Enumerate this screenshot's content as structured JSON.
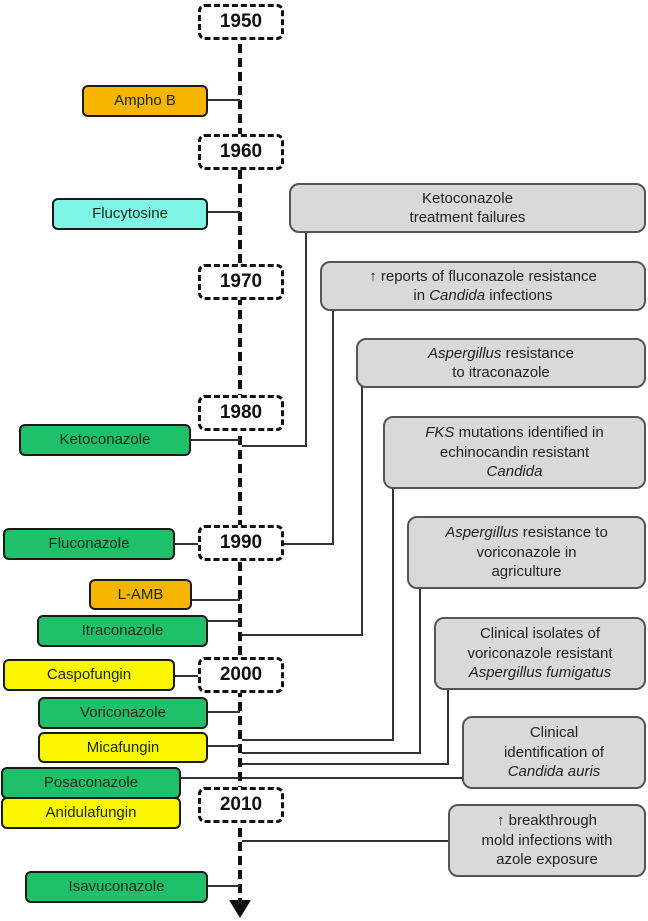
{
  "timeline": {
    "years": [
      "1950",
      "1960",
      "1970",
      "1980",
      "1990",
      "2000",
      "2010"
    ],
    "drugs": [
      {
        "label": "Ampho B",
        "class": "polyene"
      },
      {
        "label": "Flucytosine",
        "class": "pyrimidine"
      },
      {
        "label": "Ketoconazole",
        "class": "azole"
      },
      {
        "label": "Fluconazole",
        "class": "azole"
      },
      {
        "label": "L-AMB",
        "class": "polyene"
      },
      {
        "label": "Itraconazole",
        "class": "azole"
      },
      {
        "label": "Caspofungin",
        "class": "echinocandin"
      },
      {
        "label": "Voriconazole",
        "class": "azole"
      },
      {
        "label": "Micafungin",
        "class": "echinocandin"
      },
      {
        "label": "Posaconazole",
        "class": "azole"
      },
      {
        "label": "Anidulafungin",
        "class": "echinocandin"
      },
      {
        "label": "Isavuconazole",
        "class": "azole"
      }
    ],
    "colors": {
      "azole": "#1fc06a",
      "polyene": "#f7b500",
      "pyrimidine": "#7ff5e6",
      "echinocandin": "#fbf700",
      "event": "#d9d9d9"
    },
    "events": [
      {
        "lines": [
          {
            "parts": [
              {
                "t": "Ketoconazole",
                "i": false
              }
            ]
          },
          {
            "parts": [
              {
                "t": "treatment failures",
                "i": false
              }
            ]
          }
        ]
      },
      {
        "lines": [
          {
            "parts": [
              {
                "t": "↑ reports of fluconazole resistance",
                "i": false
              }
            ]
          },
          {
            "parts": [
              {
                "t": "in ",
                "i": false
              },
              {
                "t": "Candida",
                "i": true
              },
              {
                "t": " infections",
                "i": false
              }
            ]
          }
        ]
      },
      {
        "lines": [
          {
            "parts": [
              {
                "t": "Aspergillus",
                "i": true
              },
              {
                "t": " resistance",
                "i": false
              }
            ]
          },
          {
            "parts": [
              {
                "t": "to itraconazole",
                "i": false
              }
            ]
          }
        ]
      },
      {
        "lines": [
          {
            "parts": [
              {
                "t": "FKS",
                "i": true
              },
              {
                "t": " mutations identified in",
                "i": false
              }
            ]
          },
          {
            "parts": [
              {
                "t": "echinocandin resistant",
                "i": false
              }
            ]
          },
          {
            "parts": [
              {
                "t": "Candida",
                "i": true
              }
            ]
          }
        ]
      },
      {
        "lines": [
          {
            "parts": [
              {
                "t": "Aspergillus",
                "i": true
              },
              {
                "t": " resistance to",
                "i": false
              }
            ]
          },
          {
            "parts": [
              {
                "t": "voriconazole in",
                "i": false
              }
            ]
          },
          {
            "parts": [
              {
                "t": "agriculture",
                "i": false
              }
            ]
          }
        ]
      },
      {
        "lines": [
          {
            "parts": [
              {
                "t": "Clinical isolates of",
                "i": false
              }
            ]
          },
          {
            "parts": [
              {
                "t": "voriconazole resistant",
                "i": false
              }
            ]
          },
          {
            "parts": [
              {
                "t": "Aspergillus fumigatus",
                "i": true
              }
            ]
          }
        ]
      },
      {
        "lines": [
          {
            "parts": [
              {
                "t": "Clinical",
                "i": false
              }
            ]
          },
          {
            "parts": [
              {
                "t": "identification of",
                "i": false
              }
            ]
          },
          {
            "parts": [
              {
                "t": "Candida auris",
                "i": true
              }
            ]
          }
        ]
      },
      {
        "lines": [
          {
            "parts": [
              {
                "t": "↑ breakthrough",
                "i": false
              }
            ]
          },
          {
            "parts": [
              {
                "t": "mold infections with",
                "i": false
              }
            ]
          },
          {
            "parts": [
              {
                "t": "azole exposure",
                "i": false
              }
            ]
          }
        ]
      }
    ]
  }
}
